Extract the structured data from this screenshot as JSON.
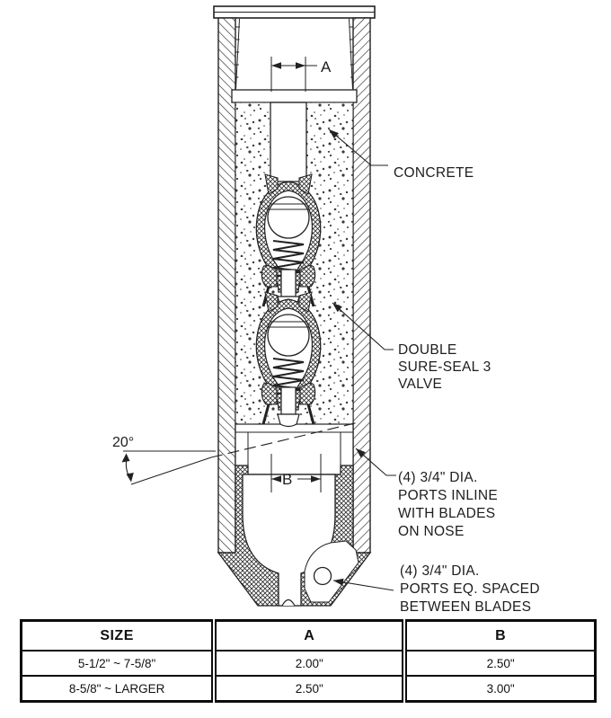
{
  "diagram": {
    "labels": {
      "concrete": "CONCRETE",
      "valve": [
        "DOUBLE",
        "SURE-SEAL 3",
        "VALVE"
      ],
      "ports_inline": [
        "(4) 3/4\" DIA.",
        "PORTS INLINE",
        "WITH BLADES",
        "ON NOSE"
      ],
      "ports_spaced": [
        "(4) 3/4\" DIA.",
        "PORTS EQ. SPACED",
        "BETWEEN BLADES"
      ],
      "blade_angle": "20°",
      "dim_a": "A",
      "dim_b": "B"
    },
    "colors": {
      "line": "#222222",
      "background": "#ffffff"
    }
  },
  "table": {
    "headers": [
      "SIZE",
      "A",
      "B"
    ],
    "rows": [
      [
        "5-1/2\" ~ 7-5/8\"",
        "2.00\"",
        "2.50\""
      ],
      [
        "8-5/8\" ~ LARGER",
        "2.50\"",
        "3.00\""
      ]
    ]
  }
}
